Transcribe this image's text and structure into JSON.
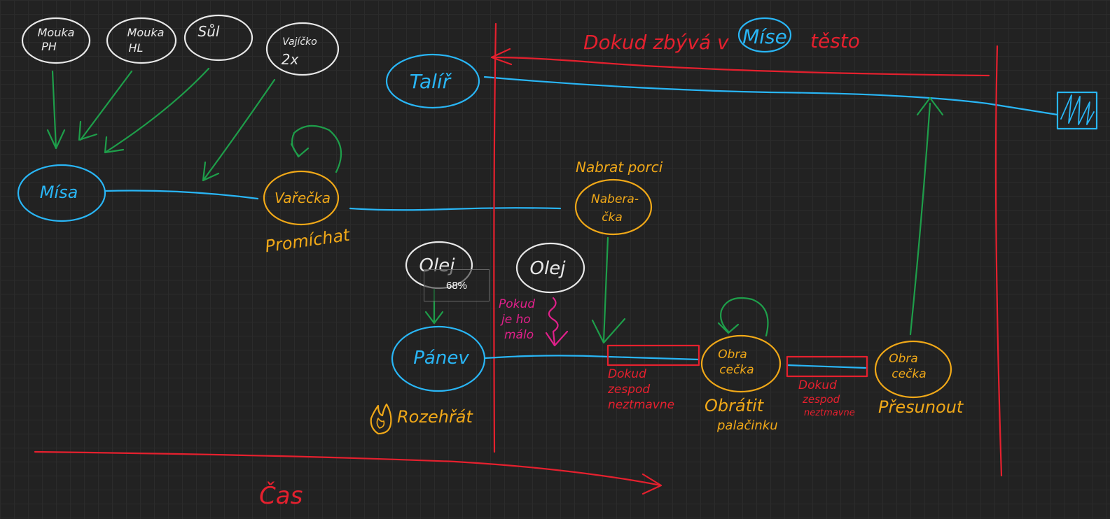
{
  "colors": {
    "background": "#222222",
    "white": "#e8e8e8",
    "blue": "#29b6f6",
    "orange": "#f0a818",
    "green": "#1e9e4a",
    "red": "#e5202e",
    "magenta": "#e0208a"
  },
  "ingredients": {
    "mouka_ph": [
      "Mouka",
      "PH"
    ],
    "mouka_hl": [
      "Mouka",
      "HL"
    ],
    "sul": "Sůl",
    "vajicko": [
      "Vajíčko",
      "2x"
    ],
    "olej_1": "Olej",
    "olej_2": "Olej"
  },
  "vessels": {
    "misa": "Mísa",
    "talir": "Talíř",
    "panev": "Pánev"
  },
  "tools": {
    "varecka": "Vařečka",
    "naberacka": [
      "Nabera-",
      "čka"
    ],
    "obracecka_1": [
      "Obra",
      "cečka"
    ],
    "obracecka_2": [
      "Obra",
      "cečka"
    ]
  },
  "actions": {
    "promichat": "Promíchat",
    "nabrat_porci": "Nabrat porci",
    "rozehrat": "Rozehřát",
    "obratit": [
      "Obrátit",
      "palačinku"
    ],
    "presunout": "Přesunout"
  },
  "conditions": {
    "dokud_zbyva": [
      "Dokud zbývá v",
      "Míse",
      "těsto"
    ],
    "pokud_malo": [
      "Pokud",
      "je ho",
      "málo"
    ],
    "dokud_1": [
      "Dokud",
      "zespod",
      "neztmavne"
    ],
    "dokud_2": [
      "Dokud",
      "zespod",
      "neztmavne"
    ]
  },
  "time_axis_label": "Čas",
  "zoom": "68%"
}
